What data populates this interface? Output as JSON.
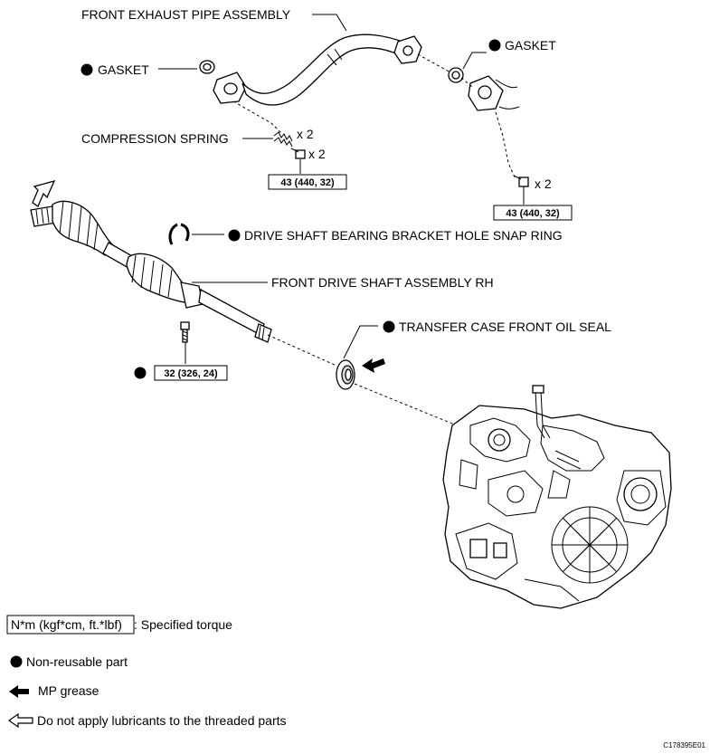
{
  "labels": {
    "front_exhaust_pipe": "FRONT EXHAUST PIPE ASSEMBLY",
    "gasket_left": "GASKET",
    "gasket_right": "GASKET",
    "compression_spring": "COMPRESSION SPRING",
    "snap_ring": "DRIVE SHAFT BEARING BRACKET HOLE SNAP RING",
    "drive_shaft": "FRONT DRIVE SHAFT ASSEMBLY RH",
    "oil_seal": "TRANSFER CASE FRONT OIL SEAL"
  },
  "quantities": {
    "spring_qty": "x 2",
    "bolt_qty_left": "x 2",
    "bolt_qty_right": "x 2"
  },
  "torques": {
    "left": "43 (440, 32)",
    "right": "43 (440, 32)",
    "shaft_bolt": "32 (326, 24)"
  },
  "legend": {
    "torque_box": "N*m (kgf*cm, ft.*lbf)",
    "torque_desc": ": Specified torque",
    "non_reusable": "Non-reusable part",
    "mp_grease": "MP grease",
    "no_lubricant": "Do not apply lubricants to the threaded parts"
  },
  "figure_code": "C178395E01",
  "icons": {
    "non_reusable": "filled-circle-icon",
    "grease": "solid-arrow-icon",
    "no_lubricant": "outline-arrow-icon"
  }
}
